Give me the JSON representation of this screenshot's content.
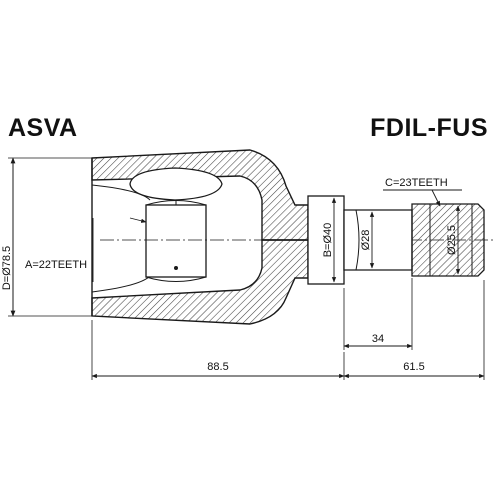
{
  "header": {
    "brand": "ASVA",
    "part_number": "FDIL-FUS"
  },
  "dimensions": {
    "outer_diameter": "D=Ø78.5",
    "inner_spline": "A=22TEETH",
    "body_diameter": "B=Ø40",
    "shaft_diameter": "Ø28",
    "spline_diameter": "Ø25.5",
    "outer_spline": "C=23TEETH",
    "shaft_length": "34",
    "body_length": "88.5",
    "stem_length": "61.5"
  },
  "colors": {
    "line": "#1a1a1a",
    "hatch": "#444444",
    "background": "#ffffff"
  }
}
